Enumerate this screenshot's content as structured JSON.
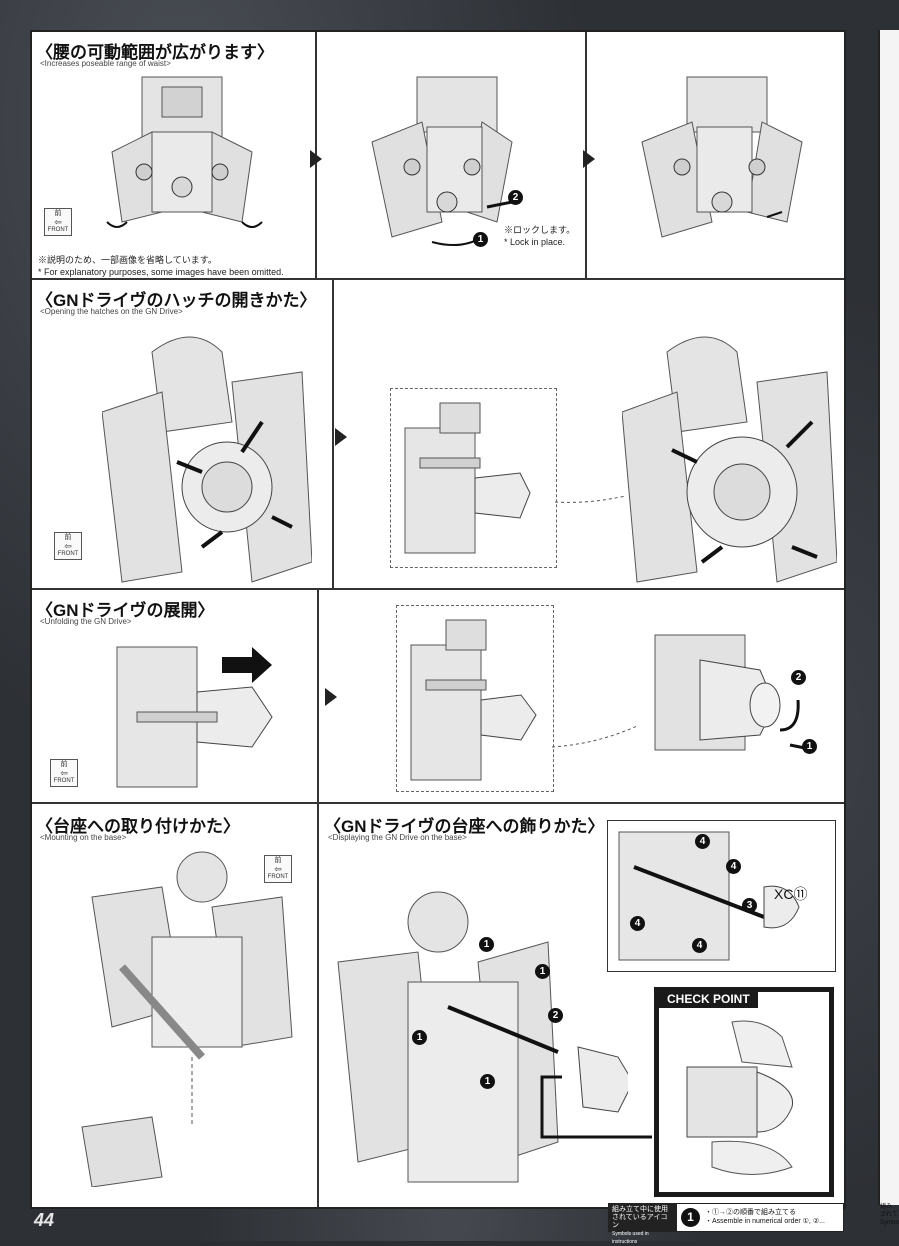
{
  "page_number": "44",
  "sections": {
    "waist": {
      "title": "〈腰の可動範囲が広がります〉",
      "subtitle": "<Increases poseable range of waist>",
      "lock_note_jp": "※ロックします。",
      "lock_note_en": "* Lock in place.",
      "omit_note_jp": "※説明のため、一部画像を省略しています。",
      "omit_note_en": "* For explanatory purposes, some images have been omitted."
    },
    "hatch": {
      "title": "〈GNドライヴのハッチの開きかた〉",
      "subtitle": "<Opening the hatches on the GN Drive>"
    },
    "unfold": {
      "title": "〈GNドライヴの展開〉",
      "subtitle": "<Unfolding the GN Drive>"
    },
    "mount": {
      "title": "〈台座への取り付けかた〉",
      "subtitle": "<Mounting on the base>"
    },
    "display": {
      "title": "〈GNドライヴの台座への飾りかた〉",
      "subtitle": "<Displaying the GN Drive on the base>",
      "part_code": "XC⑪",
      "check_point": "CHECK POINT"
    }
  },
  "front_badge": {
    "kanji": "前",
    "label": "FRONT"
  },
  "step_numbers": {
    "one": "1",
    "two": "2",
    "three": "3",
    "four": "4"
  },
  "legend": {
    "head_jp": "組み立て中に使用されているアイコン",
    "head_en": "Symbols used in instructions",
    "badge": "1",
    "text_jp": "・①→②の順番で組み立てる",
    "text_en": "・Assemble in numerical order ①, ②..."
  },
  "edge_text": {
    "jp": "組み",
    "jp2": "されて",
    "en": "Symbo"
  },
  "colors": {
    "background": "#2d3035",
    "page": "#ffffff",
    "ink": "#111111",
    "figure": "#e4e4e4"
  }
}
